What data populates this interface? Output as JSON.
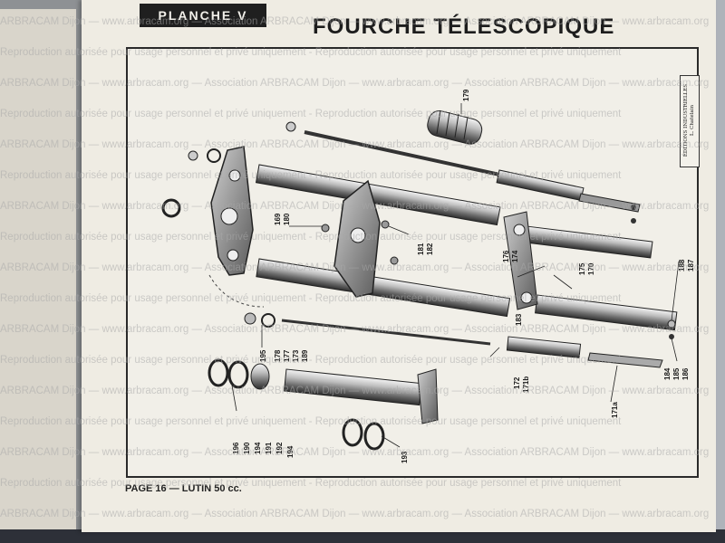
{
  "plate": {
    "label": "PLANCHE V"
  },
  "title": "FOURCHE TÉLESCOPIQUE",
  "publisher": {
    "line1": "ÉDITIONS INDUSTRIELLES",
    "line2": "L. Chatelain"
  },
  "footer": {
    "text": "PAGE 16 — LUTIN 50 cc."
  },
  "watermark": {
    "line_a": "ARBRACAM Dijon — www.arbracam.org — Association ARBRACAM Dijon — www.arbracam.org — Association ARBRACAM Dijon — www.arbracam.org",
    "line_b": "Reproduction autorisée pour usage personnel et privé uniquement - Reproduction autorisée pour usage personnel et privé uniquement"
  },
  "callouts": {
    "c179": "179",
    "c169": "169",
    "c180": "180",
    "c181": "181",
    "c182": "182",
    "c176": "176",
    "c174": "174",
    "c175": "175",
    "c170": "170",
    "c188": "188",
    "c187": "187",
    "c183": "183",
    "c195": "195",
    "c178": "178",
    "c177": "177",
    "c173": "173",
    "c189": "189",
    "c172": "172",
    "c171b": "171b",
    "c171a": "171a",
    "c184": "184",
    "c185": "185",
    "c186": "186",
    "c196": "196",
    "c190": "190",
    "c194a": "194",
    "c191": "191",
    "c192": "192",
    "c194b": "194",
    "c193": "193"
  }
}
